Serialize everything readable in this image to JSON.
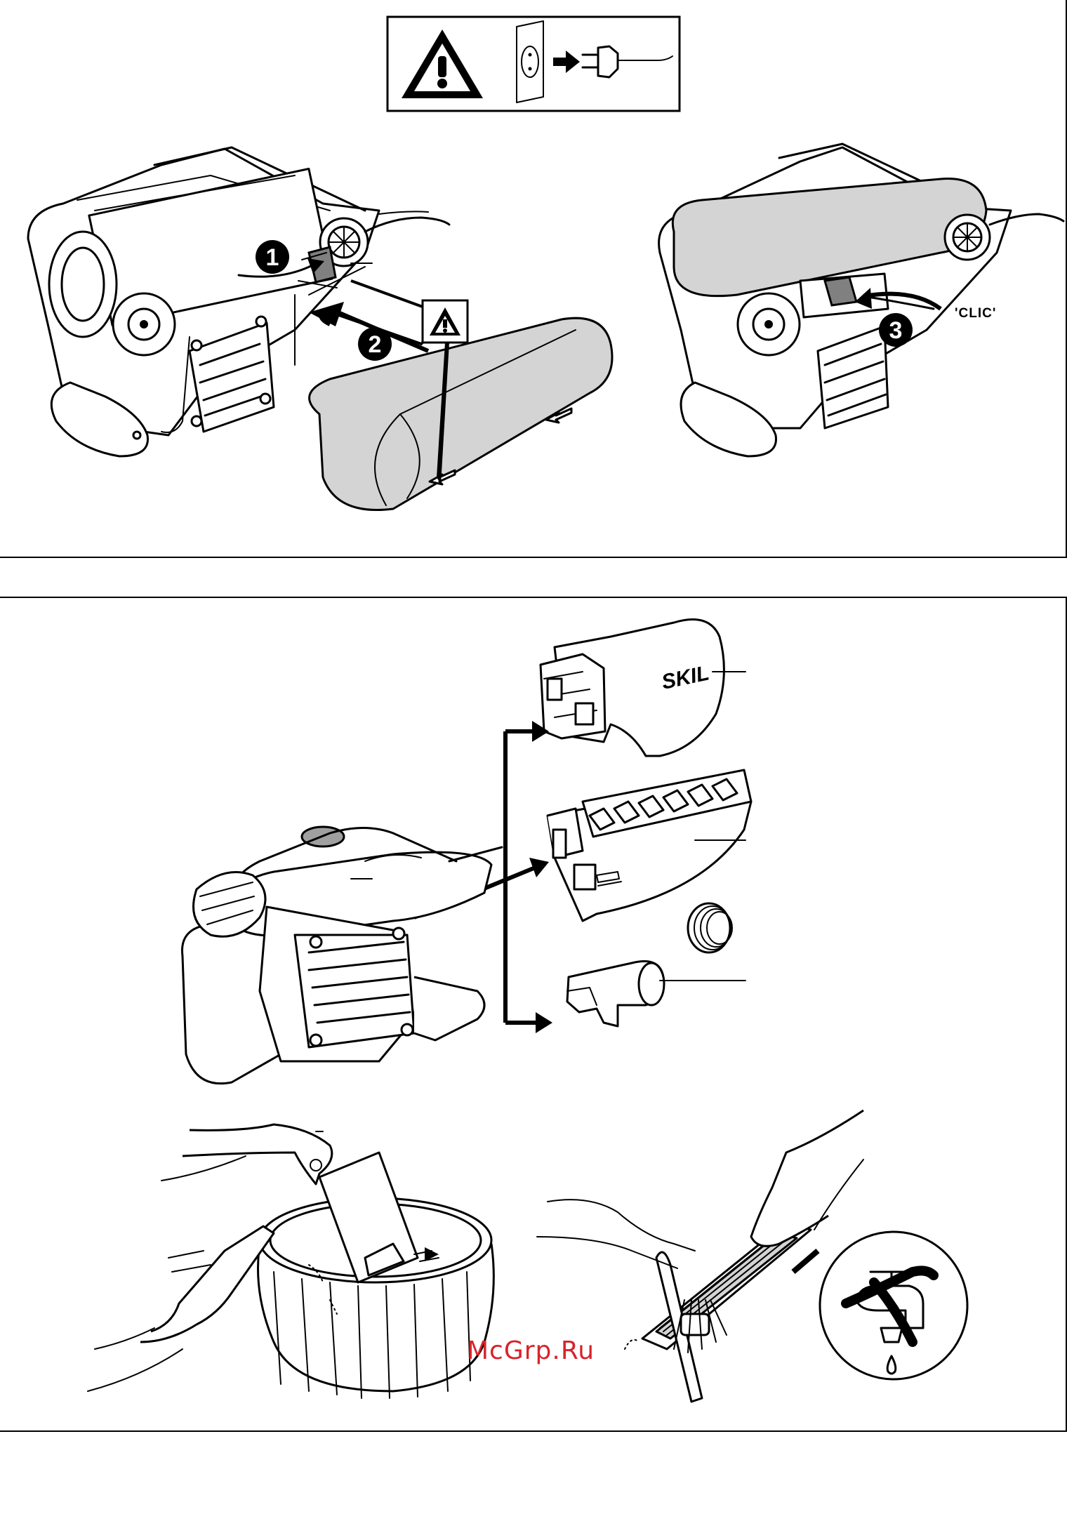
{
  "steps": [
    {
      "number": "1"
    },
    {
      "number": "2"
    },
    {
      "number": "3"
    }
  ],
  "sound_label": "'CLIC'",
  "brand_label": "SKIL",
  "watermark": "McGrp.Ru",
  "colors": {
    "line": "#000000",
    "belt_fill": "#d4d4d4",
    "watermark": "#d8232a"
  },
  "icons": [
    "warning-icon",
    "unplug-icon",
    "no-water-icon"
  ]
}
